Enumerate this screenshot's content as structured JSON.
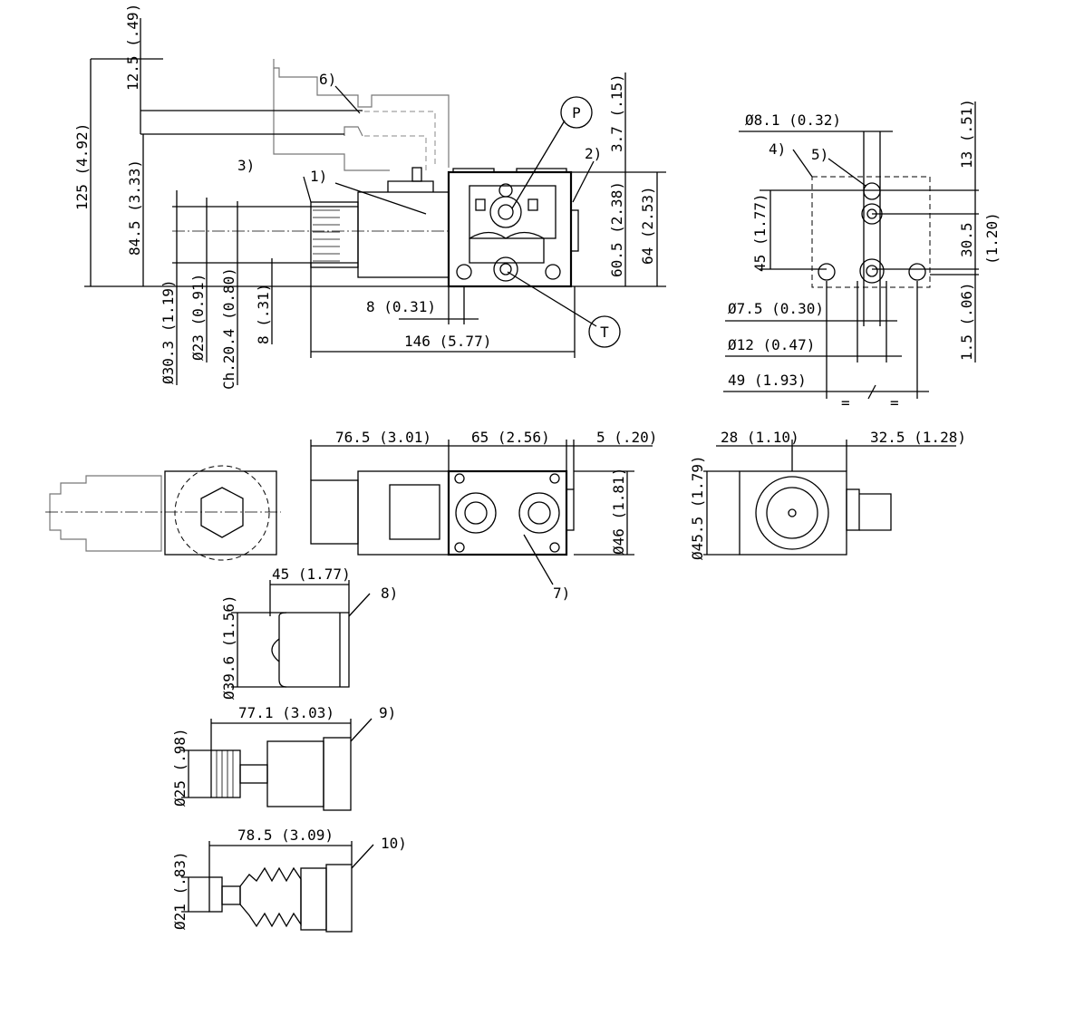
{
  "dimensions": {
    "d_12_5": "12.5 (.49)",
    "d_125": "125 (4.92)",
    "d_84_5": "84.5 (3.33)",
    "d_3_7": "3.7 (.15)",
    "d_60_5": "60.5 (2.38)",
    "d_64": "64 (2.53)",
    "d_8_031": "8 (0.31)",
    "d_146": "146 (5.77)",
    "d_30_3": "Ø30.3 (1.19)",
    "d_23": "Ø23 (0.91)",
    "d_ch20_4": "Ch.20.4 (0.80)",
    "d_8_31": "8 (.31)",
    "d_8_1": "Ø8.1 (0.32)",
    "d_13": "13 (.51)",
    "d_45_177": "45 (1.77)",
    "d_30_5a": "30.5",
    "d_30_5b": "(1.20)",
    "d_7_5": "Ø7.5 (0.30)",
    "d_1_5": "1.5 (.06)",
    "d_12": "Ø12 (0.47)",
    "d_49": "49 (1.93)",
    "d_76_5": "76.5 (3.01)",
    "d_65": "65 (2.56)",
    "d_5": "5 (.20)",
    "d_46": "Ø46 (1.81)",
    "d_28": "28 (1.10)",
    "d_32_5": "32.5 (1.28)",
    "d_45_5": "Ø45.5 (1.79)",
    "d_45_h": "45 (1.77)",
    "d_39_6": "Ø39.6 (1.56)",
    "d_77_1": "77.1 (3.03)",
    "d_25": "Ø25 (.98)",
    "d_78_5": "78.5 (3.09)",
    "d_21": "Ø21 (.83)"
  },
  "callouts": {
    "c1": "1)",
    "c2": "2)",
    "c3": "3)",
    "c4": "4)",
    "c5": "5)",
    "c6": "6)",
    "c7": "7)",
    "c8": "8)",
    "c9": "9)",
    "c10": "10)"
  },
  "ports": {
    "p": "P",
    "t": "T"
  },
  "equal_signs": {
    "left": "=",
    "right": "="
  },
  "colors": {
    "lines": "#000000",
    "phantom": "#888888",
    "background": "#ffffff"
  }
}
